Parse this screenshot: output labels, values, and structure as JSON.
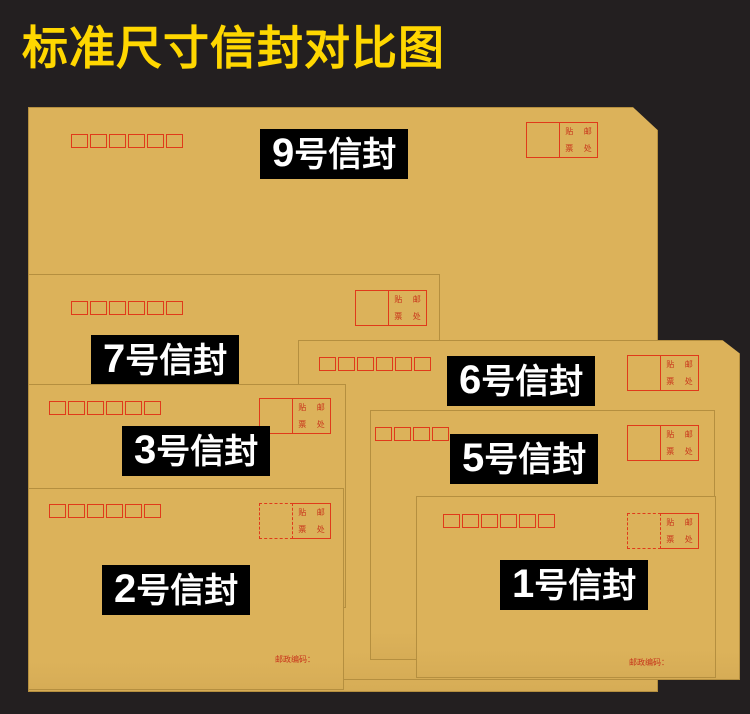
{
  "title": "标准尺寸信封对比图",
  "stamp_chars": [
    "贴",
    "邮",
    "票",
    "处"
  ],
  "postal_code_label": "邮政编码：",
  "envelopes": {
    "no9": {
      "number": "9",
      "suffix": "号信封"
    },
    "no7": {
      "number": "7",
      "suffix": "号信封"
    },
    "no6": {
      "number": "6",
      "suffix": "号信封"
    },
    "no3": {
      "number": "3",
      "suffix": "号信封"
    },
    "no5": {
      "number": "5",
      "suffix": "号信封"
    },
    "no2": {
      "number": "2",
      "suffix": "号信封"
    },
    "no1": {
      "number": "1",
      "suffix": "号信封"
    }
  },
  "colors": {
    "background": "#231f20",
    "title": "#ffd700",
    "envelope": "#dcb25a",
    "print_red": "#e03a1a",
    "badge_bg": "#000000",
    "badge_text": "#ffffff"
  }
}
